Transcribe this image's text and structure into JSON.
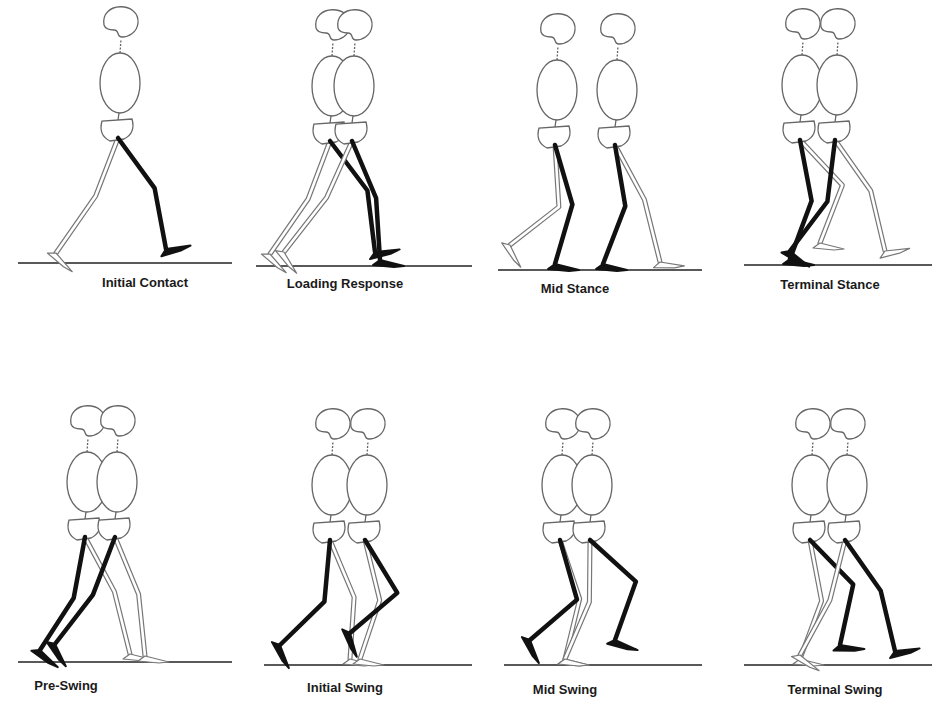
{
  "diagram": {
    "labels": [
      "Initial Contact",
      "Loading Response",
      "Mid Stance",
      "Terminal Stance",
      "Pre-Swing",
      "Initial Swing",
      "Mid Swing",
      "Terminal Swing"
    ]
  }
}
